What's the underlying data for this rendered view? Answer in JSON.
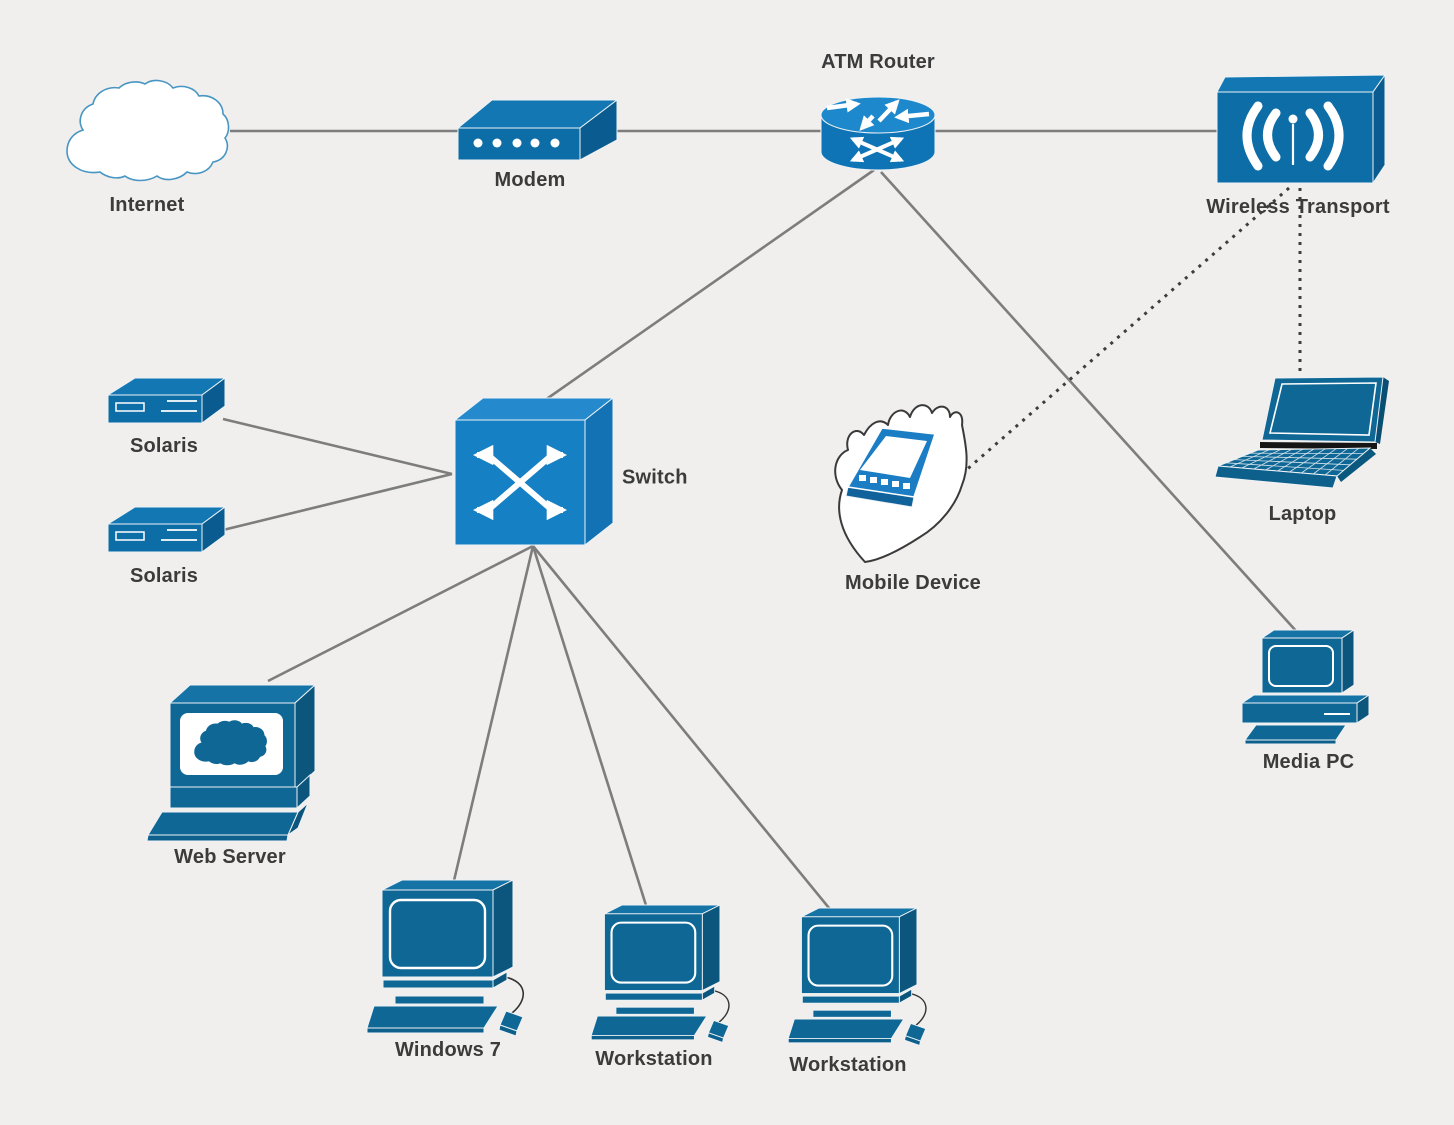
{
  "diagram": {
    "type": "network-topology",
    "background_color": "#f0efee",
    "colors": {
      "device_blue": "#0d6da7",
      "device_blue_top": "#1277b3",
      "device_blue_side": "#0a5c90",
      "computer_blue": "#0f6795",
      "bright_blue": "#1680c4",
      "line_gray": "#7d7d7d",
      "dotted_dark": "#3d3d3d",
      "label_color": "#3b3b3b",
      "cloud_outline": "#4695c2"
    },
    "nodes": [
      {
        "id": "internet",
        "label": "Internet",
        "icon": "cloud-icon"
      },
      {
        "id": "modem",
        "label": "Modem",
        "icon": "modem-icon"
      },
      {
        "id": "atm-router",
        "label": "ATM Router",
        "icon": "router-icon"
      },
      {
        "id": "wireless-transport",
        "label": "Wireless Transport",
        "icon": "wireless-transport-icon"
      },
      {
        "id": "solaris-1",
        "label": "Solaris",
        "icon": "server-box-icon"
      },
      {
        "id": "solaris-2",
        "label": "Solaris",
        "icon": "server-box-icon"
      },
      {
        "id": "switch",
        "label": "Switch",
        "icon": "switch-icon"
      },
      {
        "id": "mobile-device",
        "label": "Mobile Device",
        "icon": "handheld-device-icon"
      },
      {
        "id": "laptop",
        "label": "Laptop",
        "icon": "laptop-icon"
      },
      {
        "id": "web-server",
        "label": "Web Server",
        "icon": "web-server-icon"
      },
      {
        "id": "windows-7",
        "label": "Windows 7",
        "icon": "desktop-computer-icon"
      },
      {
        "id": "workstation-1",
        "label": "Workstation",
        "icon": "desktop-computer-icon"
      },
      {
        "id": "workstation-2",
        "label": "Workstation",
        "icon": "desktop-computer-icon"
      },
      {
        "id": "media-pc",
        "label": "Media PC",
        "icon": "media-pc-icon"
      }
    ],
    "edges": [
      {
        "from": "internet",
        "to": "modem",
        "style": "solid"
      },
      {
        "from": "modem",
        "to": "atm-router",
        "style": "solid"
      },
      {
        "from": "atm-router",
        "to": "wireless-transport",
        "style": "solid"
      },
      {
        "from": "atm-router",
        "to": "switch",
        "style": "solid"
      },
      {
        "from": "atm-router",
        "to": "media-pc",
        "style": "solid"
      },
      {
        "from": "switch",
        "to": "solaris-1",
        "style": "solid"
      },
      {
        "from": "switch",
        "to": "solaris-2",
        "style": "solid"
      },
      {
        "from": "switch",
        "to": "web-server",
        "style": "solid"
      },
      {
        "from": "switch",
        "to": "windows-7",
        "style": "solid"
      },
      {
        "from": "switch",
        "to": "workstation-1",
        "style": "solid"
      },
      {
        "from": "switch",
        "to": "workstation-2",
        "style": "solid"
      },
      {
        "from": "wireless-transport",
        "to": "mobile-device",
        "style": "dotted"
      },
      {
        "from": "wireless-transport",
        "to": "laptop",
        "style": "dotted"
      }
    ]
  }
}
